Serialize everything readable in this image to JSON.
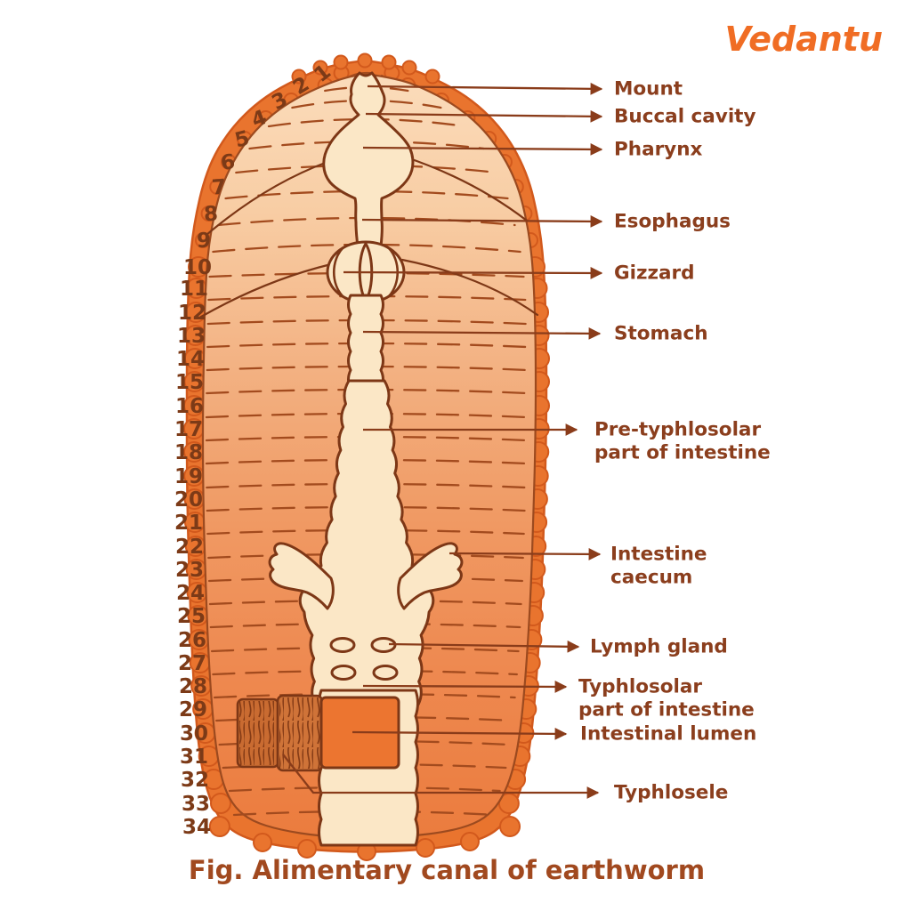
{
  "logo": {
    "text": "Vedantu"
  },
  "figure": {
    "caption": "Fig. Alimentary canal of earthworm"
  },
  "segments": {
    "numbers": [
      "1",
      "2",
      "3",
      "4",
      "5",
      "6",
      "7",
      "8",
      "9",
      "10",
      "11",
      "12",
      "13",
      "14",
      "15",
      "16",
      "17",
      "18",
      "19",
      "20",
      "21",
      "22",
      "23",
      "24",
      "25",
      "26",
      "27",
      "28",
      "29",
      "30",
      "31",
      "32",
      "33",
      "34"
    ]
  },
  "labels": [
    {
      "id": "mount",
      "text": "Mount"
    },
    {
      "id": "buccal-cavity",
      "text": "Buccal cavity"
    },
    {
      "id": "pharynx",
      "text": "Pharynx"
    },
    {
      "id": "esophagus",
      "text": "Esophagus"
    },
    {
      "id": "gizzard",
      "text": "Gizzard"
    },
    {
      "id": "stomach",
      "text": "Stomach"
    },
    {
      "id": "pre-typhlosolar",
      "text": "Pre-typhlosolar",
      "text2": "part of intestine"
    },
    {
      "id": "intestine-caecum",
      "text": "Intestine",
      "text2": "caecum"
    },
    {
      "id": "lymph-gland",
      "text": "Lymph gland"
    },
    {
      "id": "typhlosolar",
      "text": "Typhlosolar",
      "text2": "part of intestine"
    },
    {
      "id": "intestinal-lumen",
      "text": "Intestinal lumen"
    },
    {
      "id": "typhlosele",
      "text": "Typhlosele"
    }
  ],
  "colors": {
    "rim": "#e9742e",
    "rim_line": "#d2591c",
    "body_top": "#fbdcbb",
    "body_mid": "#f3ab78",
    "body_bottom": "#eb7c3e",
    "inner_line": "#9c4a1f",
    "segment_line": "#a34b1e",
    "canal_cream": "#fbe7c6",
    "outline": "#7d3716",
    "panel_a": "#c96b31",
    "panel_b": "#cf7338",
    "hair": "#7a3412",
    "lumen": "#ec7530",
    "leader": "#8a3c1a",
    "label_text": "#8b3e1d",
    "numbers_text": "#7c3a17",
    "caption_text": "#a1491f",
    "logo_orange": "#f06d24"
  }
}
